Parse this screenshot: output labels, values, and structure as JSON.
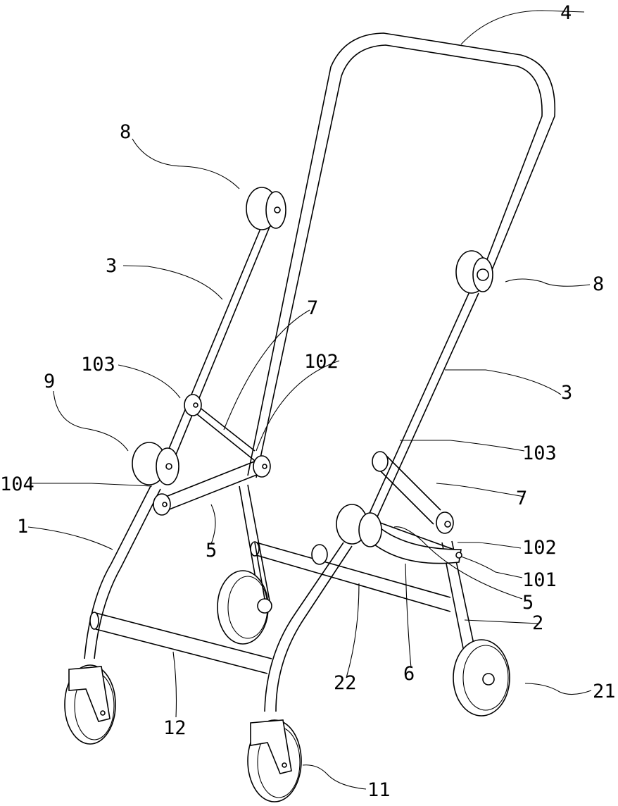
{
  "labels": {
    "l4": "4",
    "l8a": "8",
    "l8b": "8",
    "l3a": "3",
    "l3b": "3",
    "l7a": "7",
    "l7b": "7",
    "l103a": "103",
    "l103b": "103",
    "l102a": "102",
    "l102b": "102",
    "l9": "9",
    "l104": "104",
    "l1": "1",
    "l5a": "5",
    "l5b": "5",
    "l101": "101",
    "l2": "2",
    "l22": "22",
    "l6": "6",
    "l21": "21",
    "l12": "12",
    "l11": "11"
  }
}
